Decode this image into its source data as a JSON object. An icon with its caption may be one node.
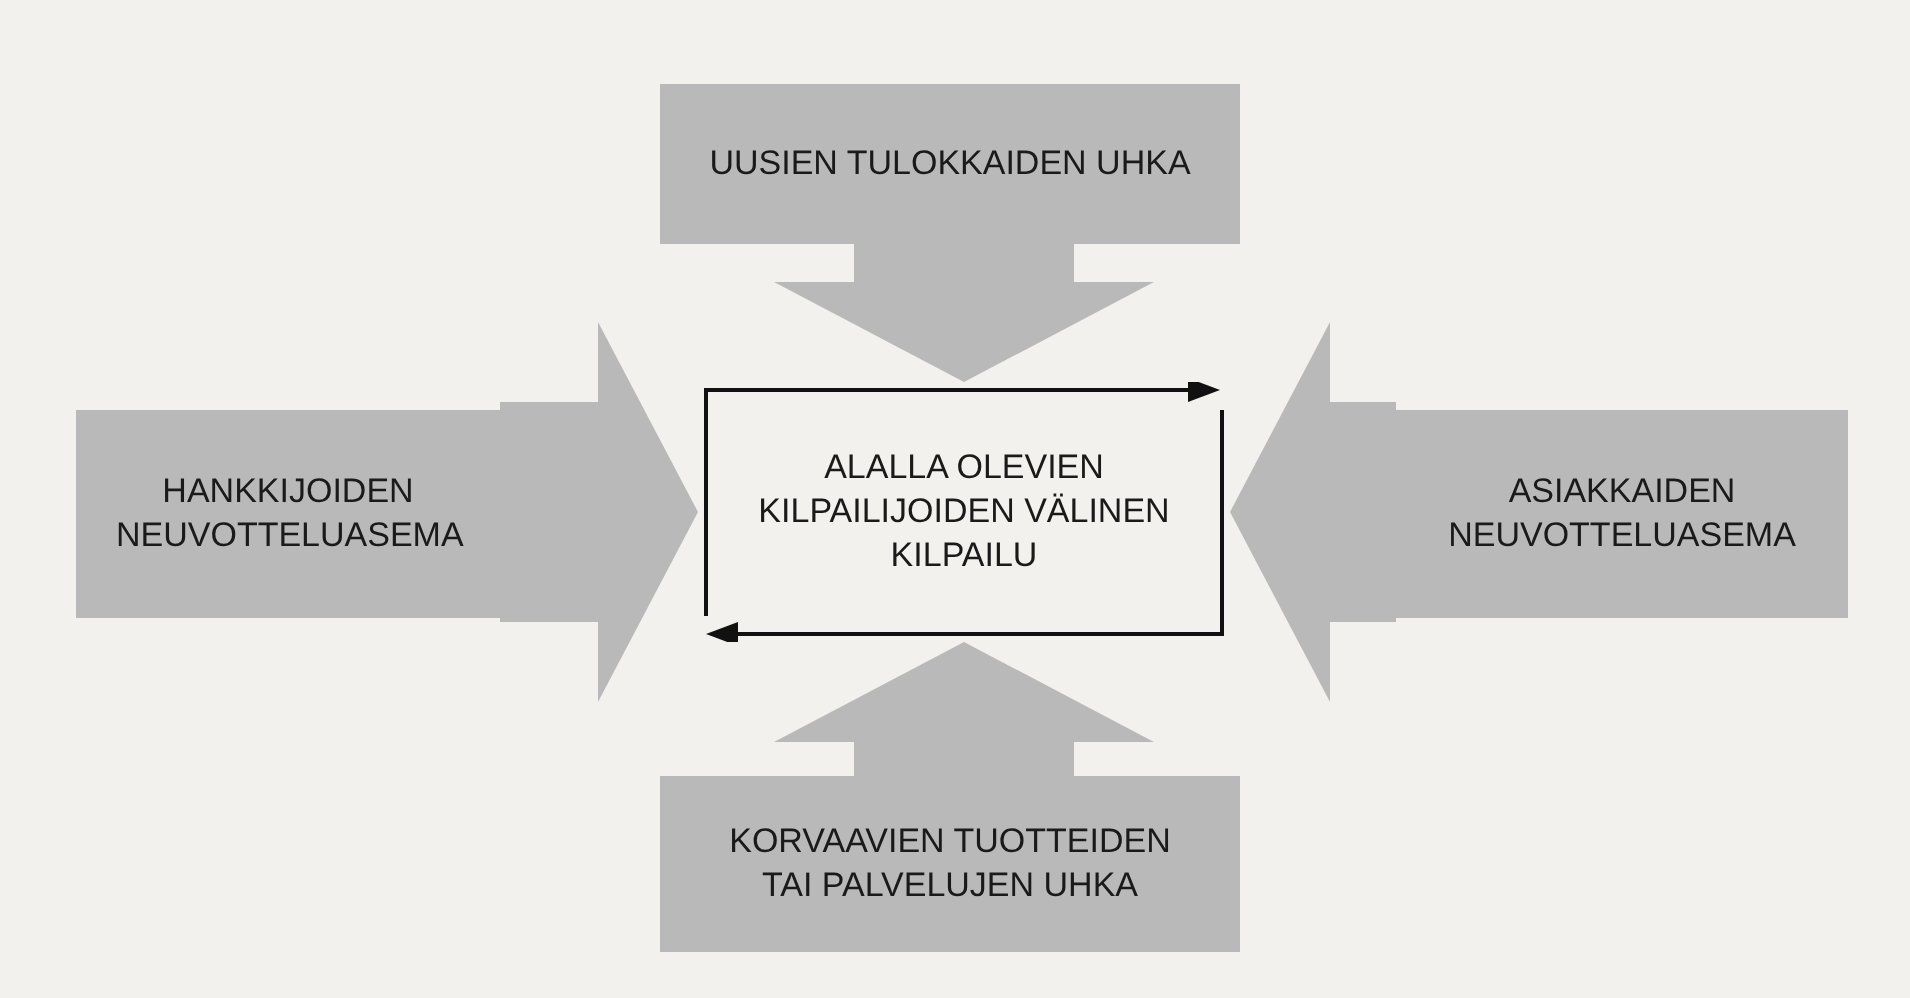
{
  "diagram": {
    "nodes": [
      {
        "text": [
          "UUSIEN TULOKKAIDEN UHKA"
        ]
      },
      {
        "text": [
          "HANKKIJOIDEN NEUVOTTELUASEMA"
        ]
      },
      {
        "text": [
          "ALALLA OLEVIEN KILPAILIJOIDEN VÄLINEN KILPAILU"
        ]
      },
      {
        "text": [
          "ASIAKKAIDEN NEUVOTTELUASEMA"
        ]
      },
      {
        "text": [
          "KORVAAVIEN TUOTTEIDEN TAI PALVELUJEN UHKA"
        ]
      }
    ],
    "edges": [
      {
        "from": 0,
        "to": 2,
        "arrow": "to"
      },
      {
        "from": 1,
        "to": 2,
        "arrow": "to"
      },
      {
        "from": 3,
        "to": 2,
        "arrow": "to"
      },
      {
        "from": 4,
        "to": 2,
        "arrow": "to"
      }
    ]
  }
}
